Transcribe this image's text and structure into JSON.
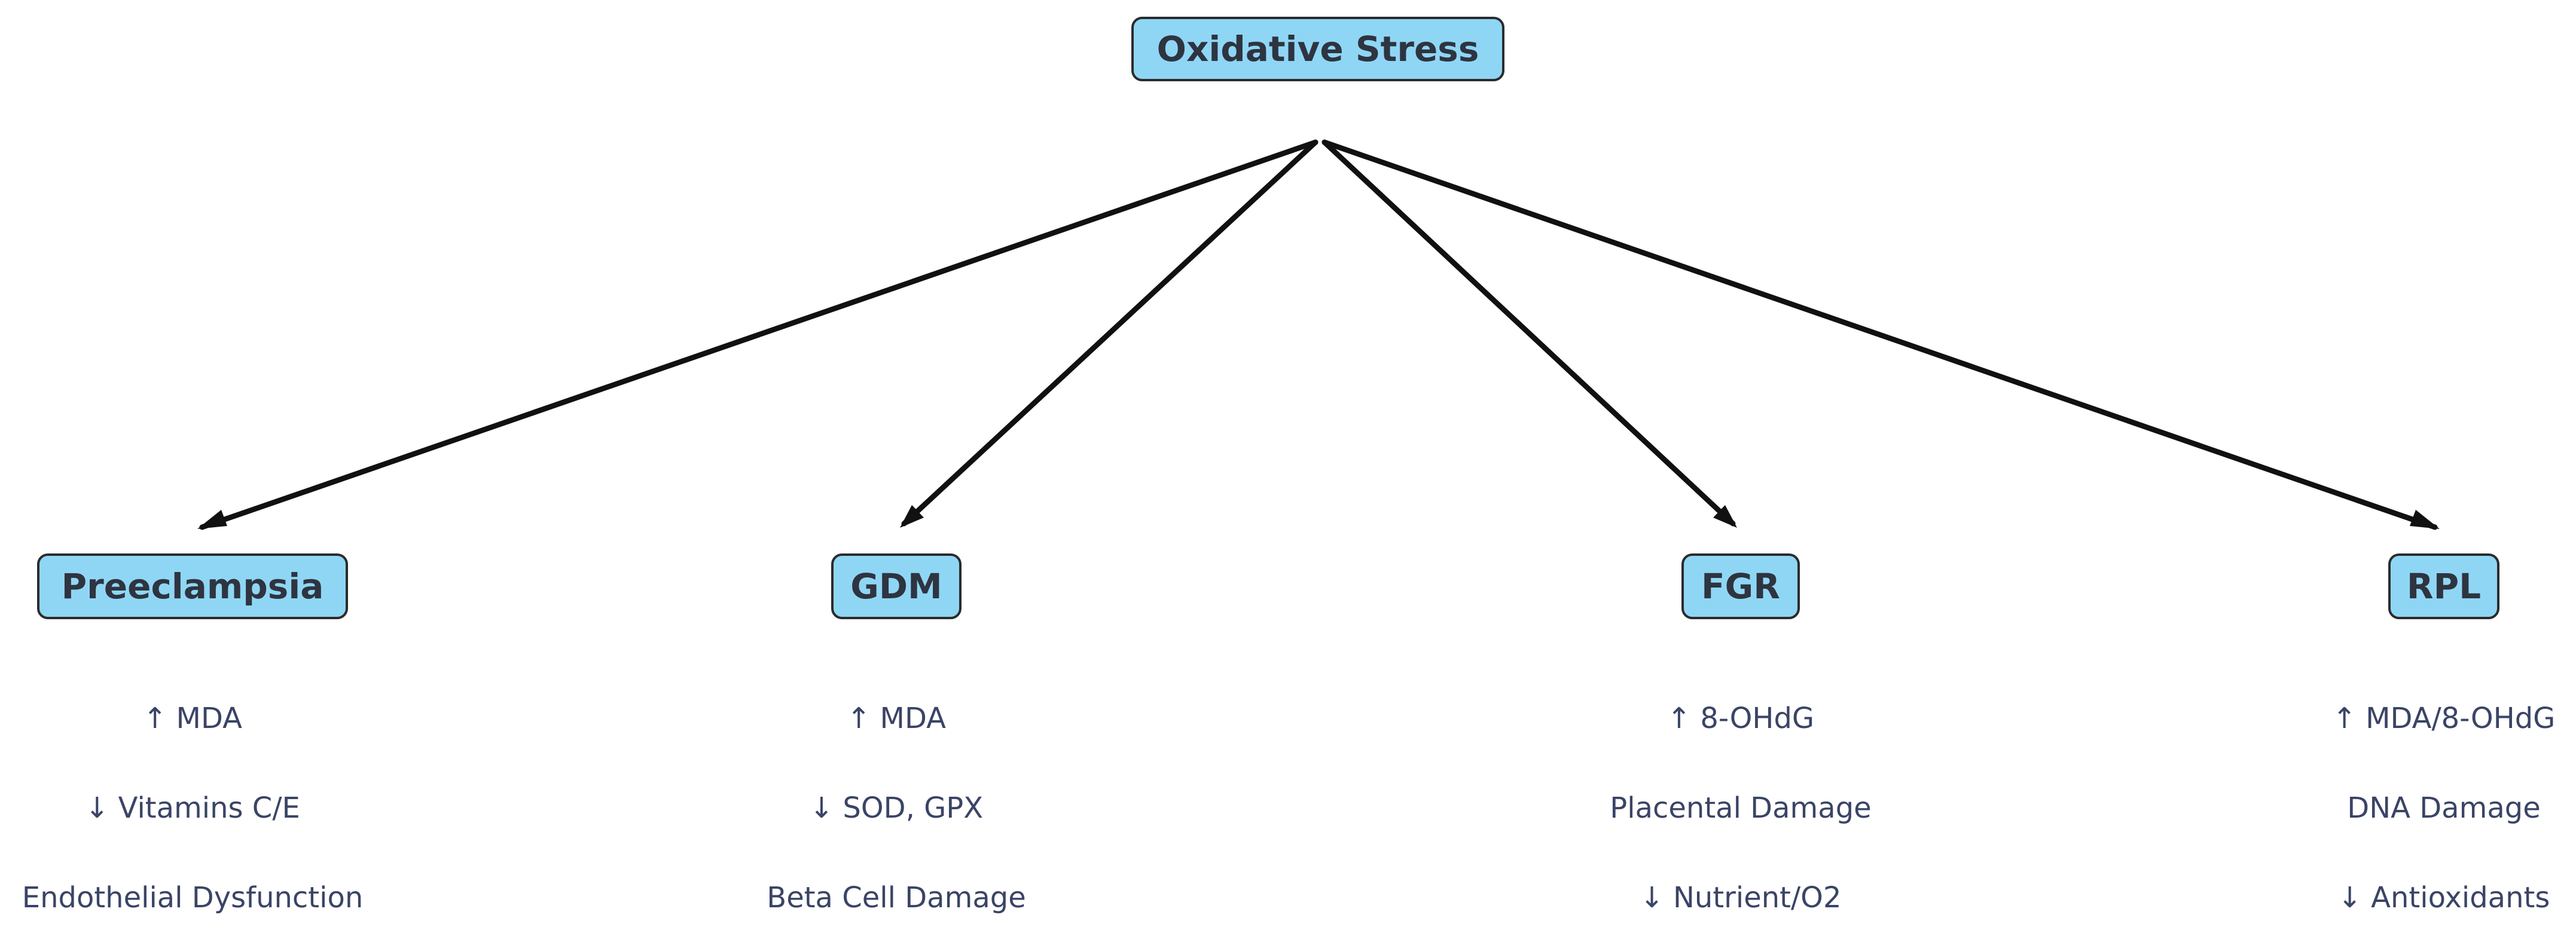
{
  "colors": {
    "node_fill": "#8fd6f5",
    "node_border": "#2b2b2b",
    "node_text": "#2e3440",
    "detail_text": "#3a4466",
    "edge": "#111111"
  },
  "root": {
    "label": "Oxidative Stress"
  },
  "children": [
    {
      "label": "Preeclampsia",
      "details": [
        "↑ MDA",
        "↓ Vitamins C/E",
        "Endothelial Dysfunction"
      ]
    },
    {
      "label": "GDM",
      "details": [
        "↑ MDA",
        "↓ SOD, GPX",
        "Beta Cell Damage"
      ]
    },
    {
      "label": "FGR",
      "details": [
        "↑ 8-OHdG",
        "Placental Damage",
        "↓ Nutrient/O2"
      ]
    },
    {
      "label": "RPL",
      "details": [
        "↑ MDA/8-OHdG",
        "DNA Damage",
        "↓ Antioxidants"
      ]
    }
  ]
}
